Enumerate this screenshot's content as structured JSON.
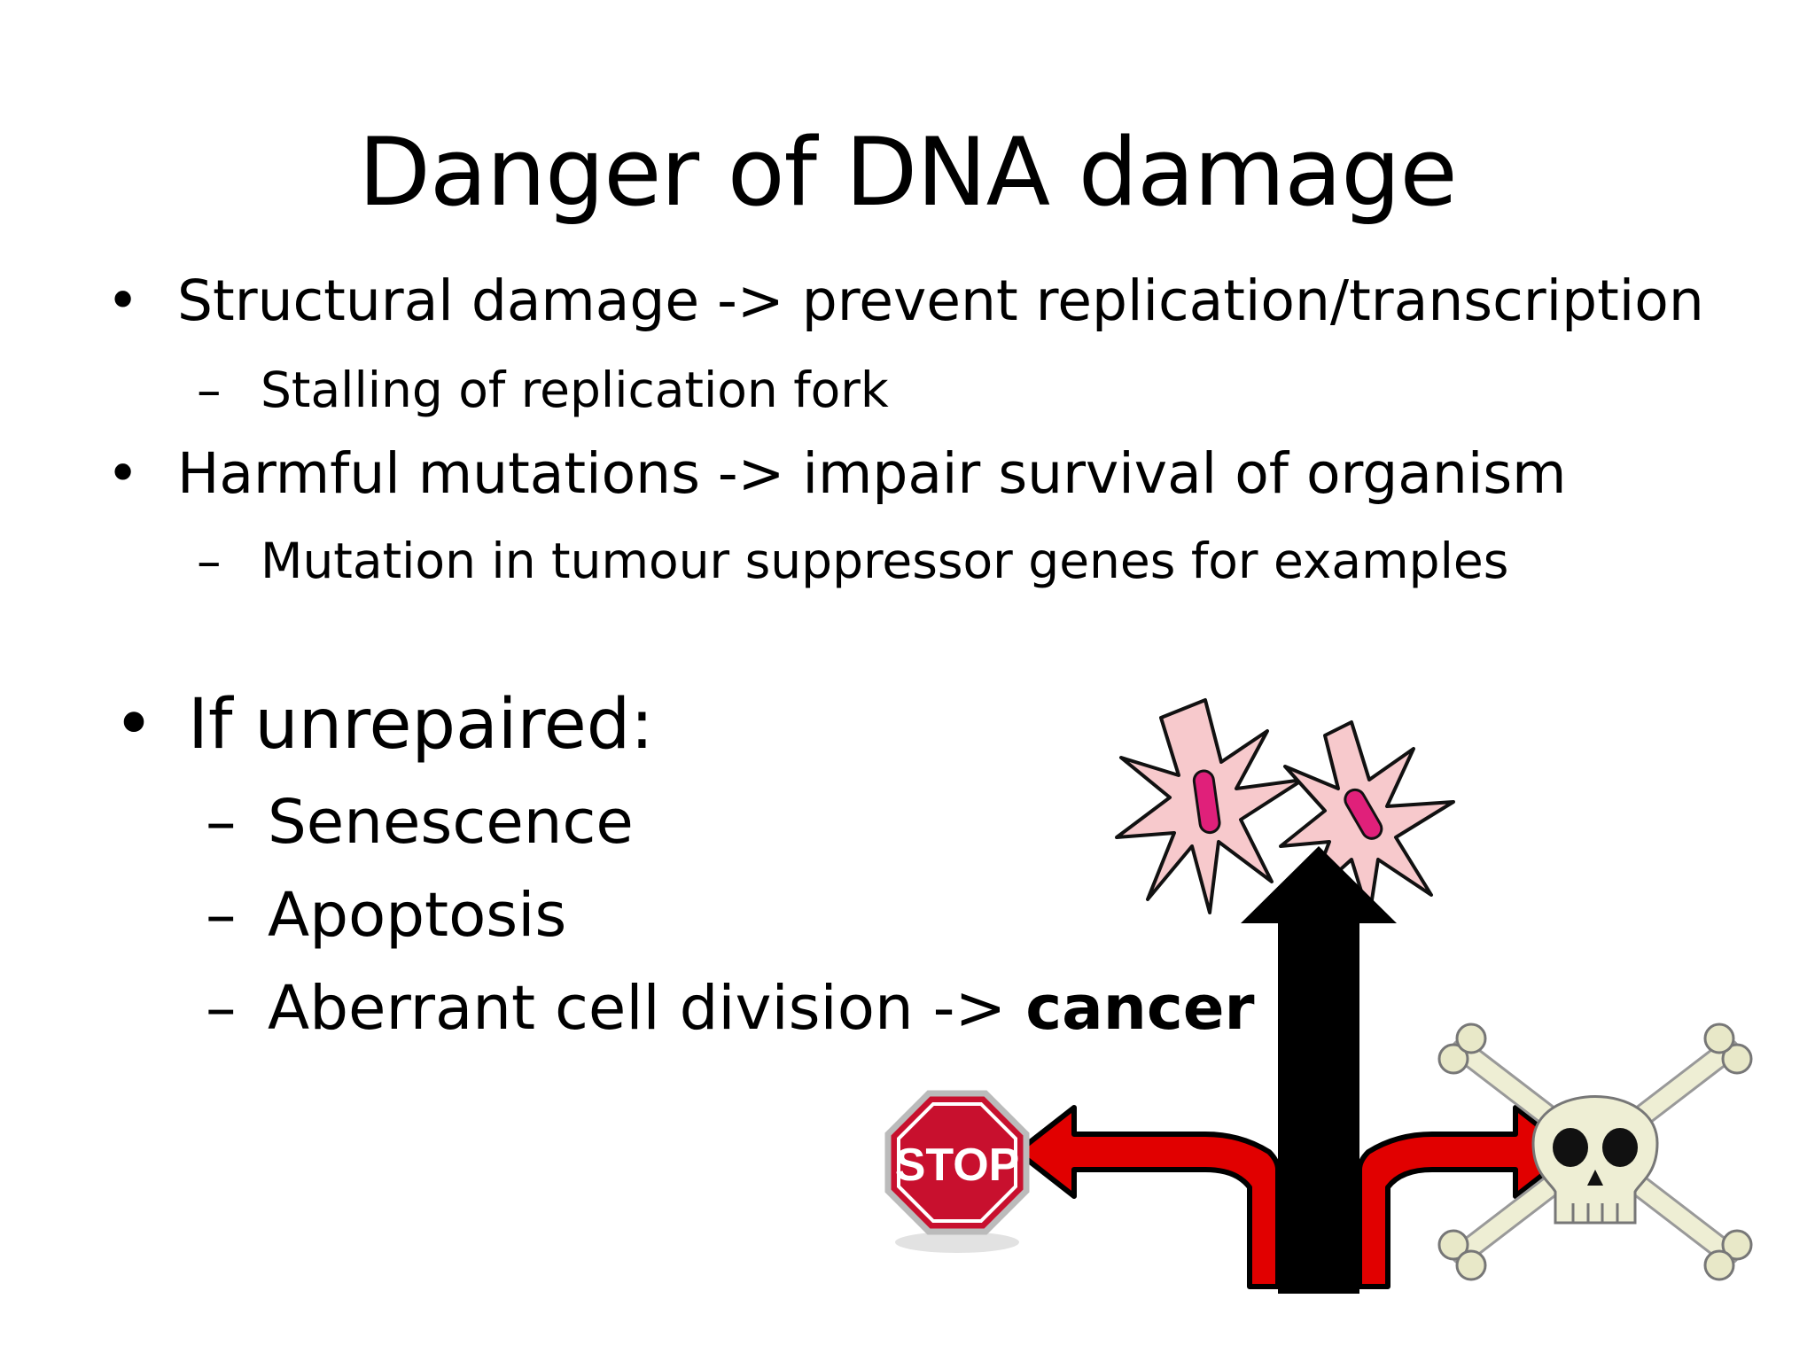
{
  "slide": {
    "title": "Danger of DNA damage",
    "bullets": [
      {
        "text": "Structural damage -> prevent replication/transcription",
        "sub": "Stalling of replication fork"
      },
      {
        "text": "Harmful mutations -> impair survival of organism",
        "sub": "Mutation in tumour suppressor genes for examples"
      }
    ],
    "unrepaired": {
      "heading": "If unrepaired:",
      "items": [
        "Senescence",
        "Apoptosis"
      ],
      "last_prefix": "Aberrant cell division -> ",
      "last_bold": "cancer"
    },
    "dash": "–",
    "bullet_glyph": "•"
  },
  "illustration": {
    "stop_sign_text": "STOP",
    "icons": [
      "dividing-cells-icon",
      "stop-sign-icon",
      "skull-crossbones-icon",
      "up-arrow-icon",
      "branch-arrows-icon"
    ],
    "colors": {
      "stop_red": "#c8102e",
      "arrow_red": "#e10000",
      "arrow_black": "#000000",
      "cell_pink": "#f7c9cc",
      "nucleus_magenta": "#e0207a",
      "bone": "#e8e8c8"
    }
  }
}
